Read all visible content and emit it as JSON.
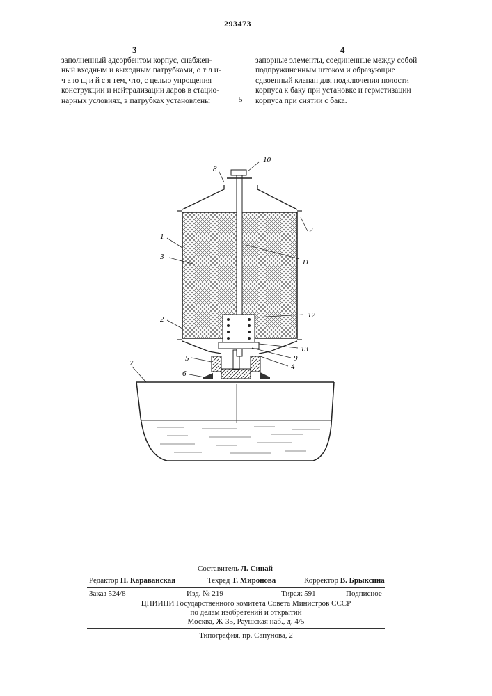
{
  "header": {
    "patent_number": "293473",
    "left_column_number": "3",
    "right_column_number": "4",
    "line_marker": "5"
  },
  "text": {
    "left_lines": [
      "заполненный адсорбентом корпус, снабжен-",
      "ный входным и выходным патрубками, о т л и-",
      "ч а ю щ и й с я тем, что, с целью упрощения",
      "конструкции и нейтрализации ларов в стацио-",
      "нарных условиях, в патрубках установлены"
    ],
    "right_lines": [
      "запорные элементы, соединенные между собой",
      "подпружиненным штоком и образующие",
      "сдвоенный клапан для подключения полости",
      "корпуса к баку при установке и герметизации",
      "корпуса при снятии с бака."
    ]
  },
  "figure": {
    "labels": [
      "10",
      "8",
      "2",
      "1",
      "11",
      "3",
      "12",
      "2",
      "13",
      "9",
      "4",
      "5",
      "6",
      "7"
    ]
  },
  "credits": {
    "compiler_label": "Составитель",
    "compiler_name": "Л. Синай",
    "editor_label": "Редактор",
    "editor_name": "Н. Караванская",
    "techred_label": "Техред",
    "techred_name": "Т. Миронова",
    "corrector_label": "Корректор",
    "corrector_name": "В. Брыксина",
    "order": "Заказ 524/8",
    "edition": "Изд. № 219",
    "print_run": "Тираж 591",
    "subscription": "Подписное",
    "org_line1": "ЦНИИПИ Государственного комитета Совета Министров СССР",
    "org_line2": "по делам изобретений и открытий",
    "org_line3": "Москва, Ж-35, Раушская наб., д. 4/5",
    "printer": "Типография, пр. Сапунова, 2"
  }
}
